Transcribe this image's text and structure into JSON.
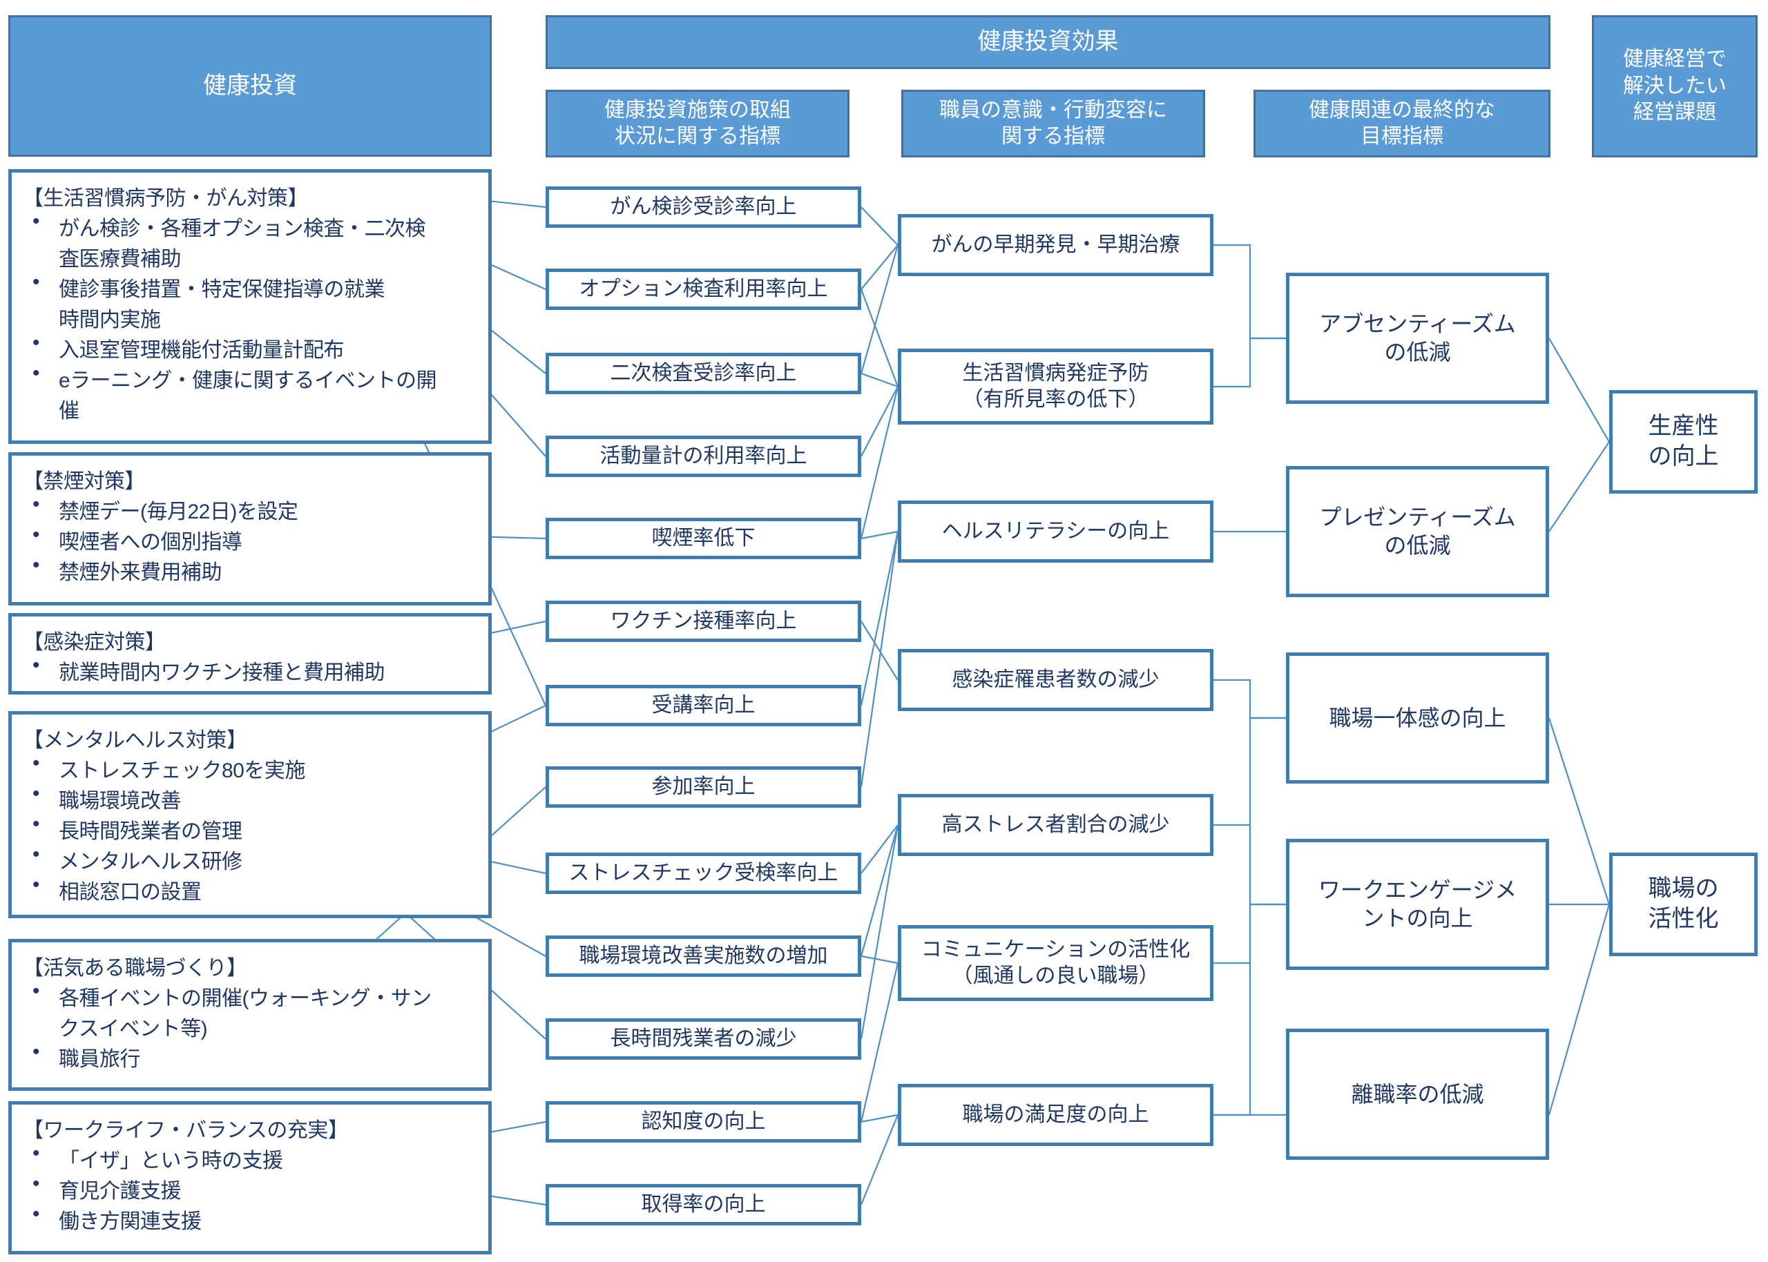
{
  "title": "健康投資効果",
  "colors": {
    "header_fill": "#5B9BD5",
    "header_border": "#41719C",
    "box_border": "#3E7CB1",
    "text": "#1F3864",
    "edge": "#4E8FC4"
  },
  "headers": {
    "investment": "健康投資",
    "effect_banner": "健康投資効果",
    "col_measures": "健康投資施策の取組\n状況に関する指標",
    "col_behavior": "職員の意識・行動変容に\n関する指標",
    "col_final": "健康関連の最終的な\n目標指標",
    "col_business": "健康経営で\n解決したい\n経営課題"
  },
  "investment_groups": [
    {
      "title": "【生活習慣病予防・がん対策】",
      "items": [
        "がん検診・各種オプション検査・二次検\n査医療費補助",
        "健診事後措置・特定保健指導の就業\n時間内実施",
        "入退室管理機能付活動量計配布",
        "eラーニング・健康に関するイベントの開\n催"
      ]
    },
    {
      "title": "【禁煙対策】",
      "items": [
        "禁煙デー(毎月22日)を設定",
        "喫煙者への個別指導",
        "禁煙外来費用補助"
      ]
    },
    {
      "title": "【感染症対策】",
      "items": [
        "就業時間内ワクチン接種と費用補助"
      ]
    },
    {
      "title": "【メンタルヘルス対策】",
      "items": [
        "ストレスチェック80を実施",
        "職場環境改善",
        "長時間残業者の管理",
        "メンタルヘルス研修",
        "相談窓口の設置"
      ]
    },
    {
      "title": "【活気ある職場づくり】",
      "items": [
        "各種イベントの開催(ウォーキング・サン\nクスイベント等)",
        "職員旅行"
      ]
    },
    {
      "title": "【ワークライフ・バランスの充実】",
      "items": [
        "「イザ」という時の支援",
        "育児介護支援",
        "働き方関連支援"
      ]
    }
  ],
  "measures": [
    "がん検診受診率向上",
    "オプション検査利用率向上",
    "二次検査受診率向上",
    "活動量計の利用率向上",
    "喫煙率低下",
    "ワクチン接種率向上",
    "受講率向上",
    "参加率向上",
    "ストレスチェック受検率向上",
    "職場環境改善実施数の増加",
    "長時間残業者の減少",
    "認知度の向上",
    "取得率の向上"
  ],
  "behaviors": [
    "がんの早期発見・早期治療",
    "生活習慣病発症予防\n（有所見率の低下）",
    "ヘルスリテラシーの向上",
    "感染症罹患者数の減少",
    "高ストレス者割合の減少",
    "コミュニケーションの活性化\n（風通しの良い職場）",
    "職場の満足度の向上"
  ],
  "final_goals": [
    "アブセンティーズム\nの低減",
    "プレゼンティーズム\nの低減",
    "職場一体感の向上",
    "ワークエンゲージメ\nントの向上",
    "離職率の低減"
  ],
  "business_issues": [
    "生産性\nの向上",
    "職場の\n活性化"
  ]
}
